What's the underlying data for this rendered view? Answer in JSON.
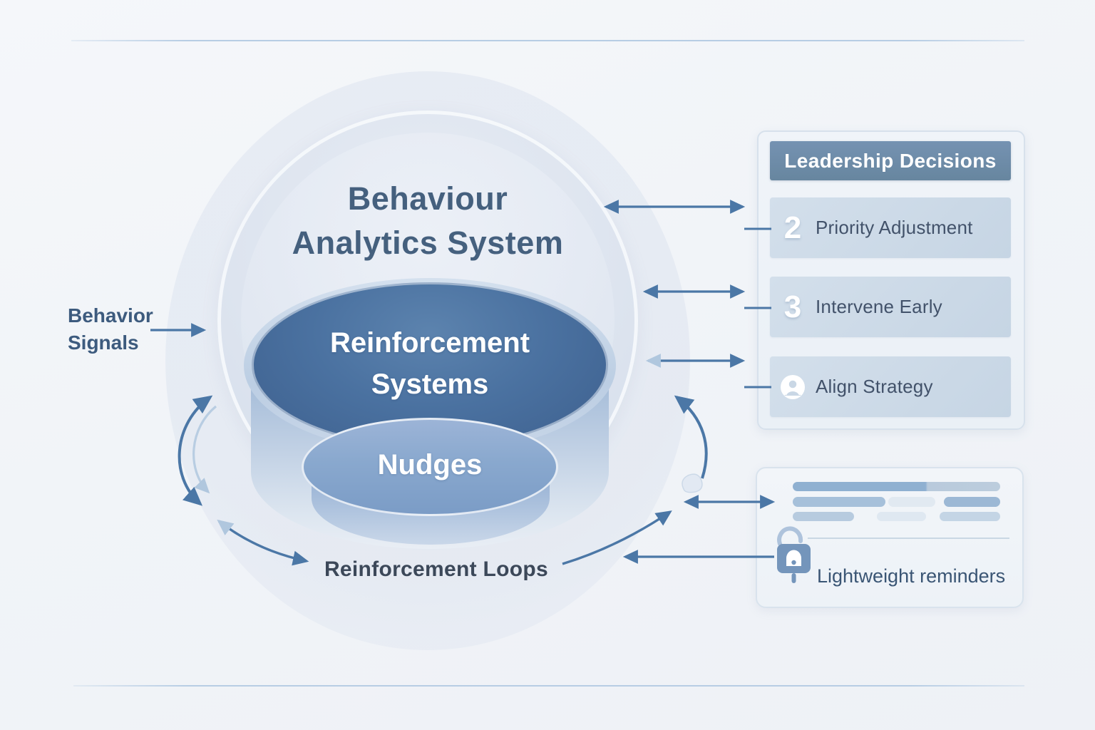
{
  "diagram": {
    "system_label": {
      "line1": "Behaviour",
      "line2": "Analytics System"
    },
    "core_label": {
      "line1": "Reinforcement",
      "line2": "Systems"
    },
    "inner_label": "Nudges",
    "loops_label": "Reinforcement Loops"
  },
  "behavior_signals": {
    "line1": "Behavior",
    "line2": "Signals"
  },
  "leadership_panel": {
    "title": "Leadership Decisions",
    "items": [
      {
        "marker": "2",
        "label": "Priority Adjustment"
      },
      {
        "marker": "3",
        "label": "Intervene Early"
      },
      {
        "marker": "person-icon",
        "label": "Align Strategy"
      }
    ]
  },
  "reminder_card": {
    "icon": "lock-icon",
    "label": "Lightweight reminders"
  },
  "colors": {
    "background": "#f3f5f8",
    "arrow": "#4b77a6",
    "arrow_light": "#b0c7de",
    "panel_header_bg": "#6d8bac",
    "core_ellipse": "#4a71a0",
    "nudges_ellipse": "#89a8ce",
    "title_text": "#45607e"
  }
}
